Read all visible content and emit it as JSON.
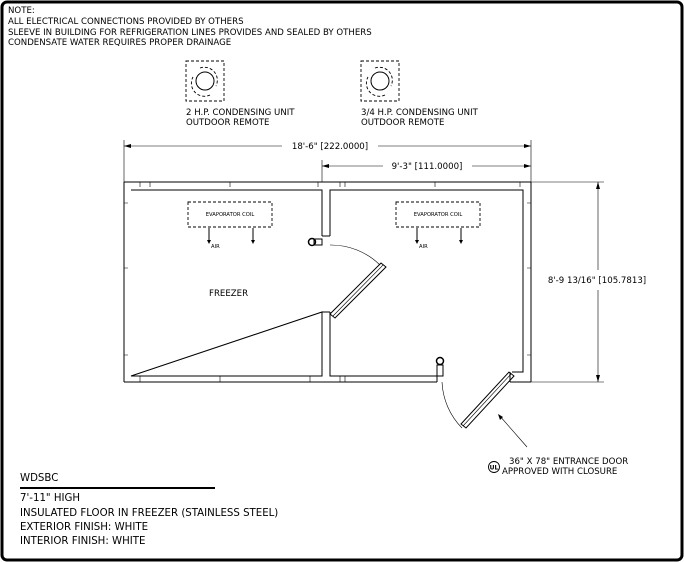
{
  "notes": {
    "title": "NOTE:",
    "lines": [
      "ALL ELECTRICAL CONNECTIONS PROVIDED BY OTHERS",
      "SLEEVE IN BUILDING FOR REFRIGERATION LINES PROVIDES AND SEALED BY OTHERS",
      "CONDENSATE WATER REQUIRES PROPER DRAINAGE"
    ]
  },
  "condensing_units": [
    {
      "line1": "2 H.P. CONDENSING UNIT",
      "line2": "OUTDOOR REMOTE"
    },
    {
      "line1": "3/4 H.P. CONDENSING UNIT",
      "line2": "OUTDOOR REMOTE"
    }
  ],
  "dimensions": {
    "overall_width": "18'-6\" [222.0000]",
    "cooler_width": "9'-3\" [111.0000]",
    "depth": "8'-9 13/16\" [105.7813]"
  },
  "rooms": {
    "freezer_label": "FREEZER",
    "evaporator_label": "EVAPORATOR COIL",
    "air_label": "AIR"
  },
  "entrance_door": {
    "line1": "36\" X 78\" ENTRANCE DOOR",
    "line2": "APPROVED WITH CLOSURE",
    "logo": "UL"
  },
  "spec": {
    "model": "WDSBC",
    "lines": [
      "7'-11\" HIGH",
      "INSULATED FLOOR IN FREEZER (STAINLESS STEEL)",
      "EXTERIOR FINISH: WHITE",
      "INTERIOR FINISH: WHITE"
    ]
  }
}
